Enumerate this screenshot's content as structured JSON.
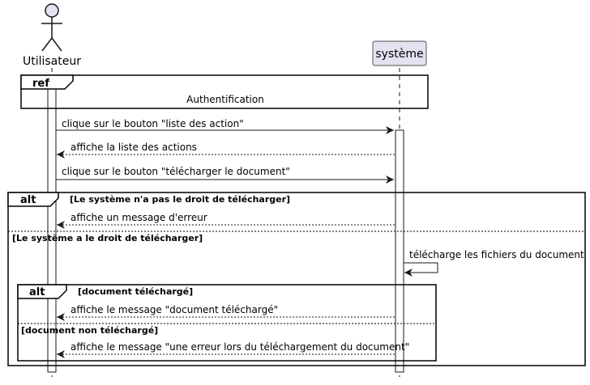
{
  "participants": {
    "user": "Utilisateur",
    "system": "système"
  },
  "ref_frame": {
    "keyword": "ref",
    "label": "Authentification"
  },
  "messages": [
    "clique sur le bouton \"liste des action\"",
    "affiche la liste des actions",
    "clique sur le bouton \"télécharger le document\"",
    "affiche un message d'erreur",
    "télécharge les fichiers du document",
    "affiche le message \"document téléchargé\"",
    "affiche le message \"une erreur lors du téléchargement du document\""
  ],
  "outer_alt": {
    "keyword": "alt",
    "guard1": "[Le système n'a pas le droit de télécharger]",
    "guard2": "[Le système a le droit de télécharger]"
  },
  "inner_alt": {
    "keyword": "alt",
    "guard1": "[document téléchargé]",
    "guard2": "[document non téléchargé]"
  },
  "colors": {
    "participant_fill": "#e2e2f0",
    "participant_stroke": "#181818",
    "line": "#181818",
    "frame_stroke": "#000000"
  }
}
